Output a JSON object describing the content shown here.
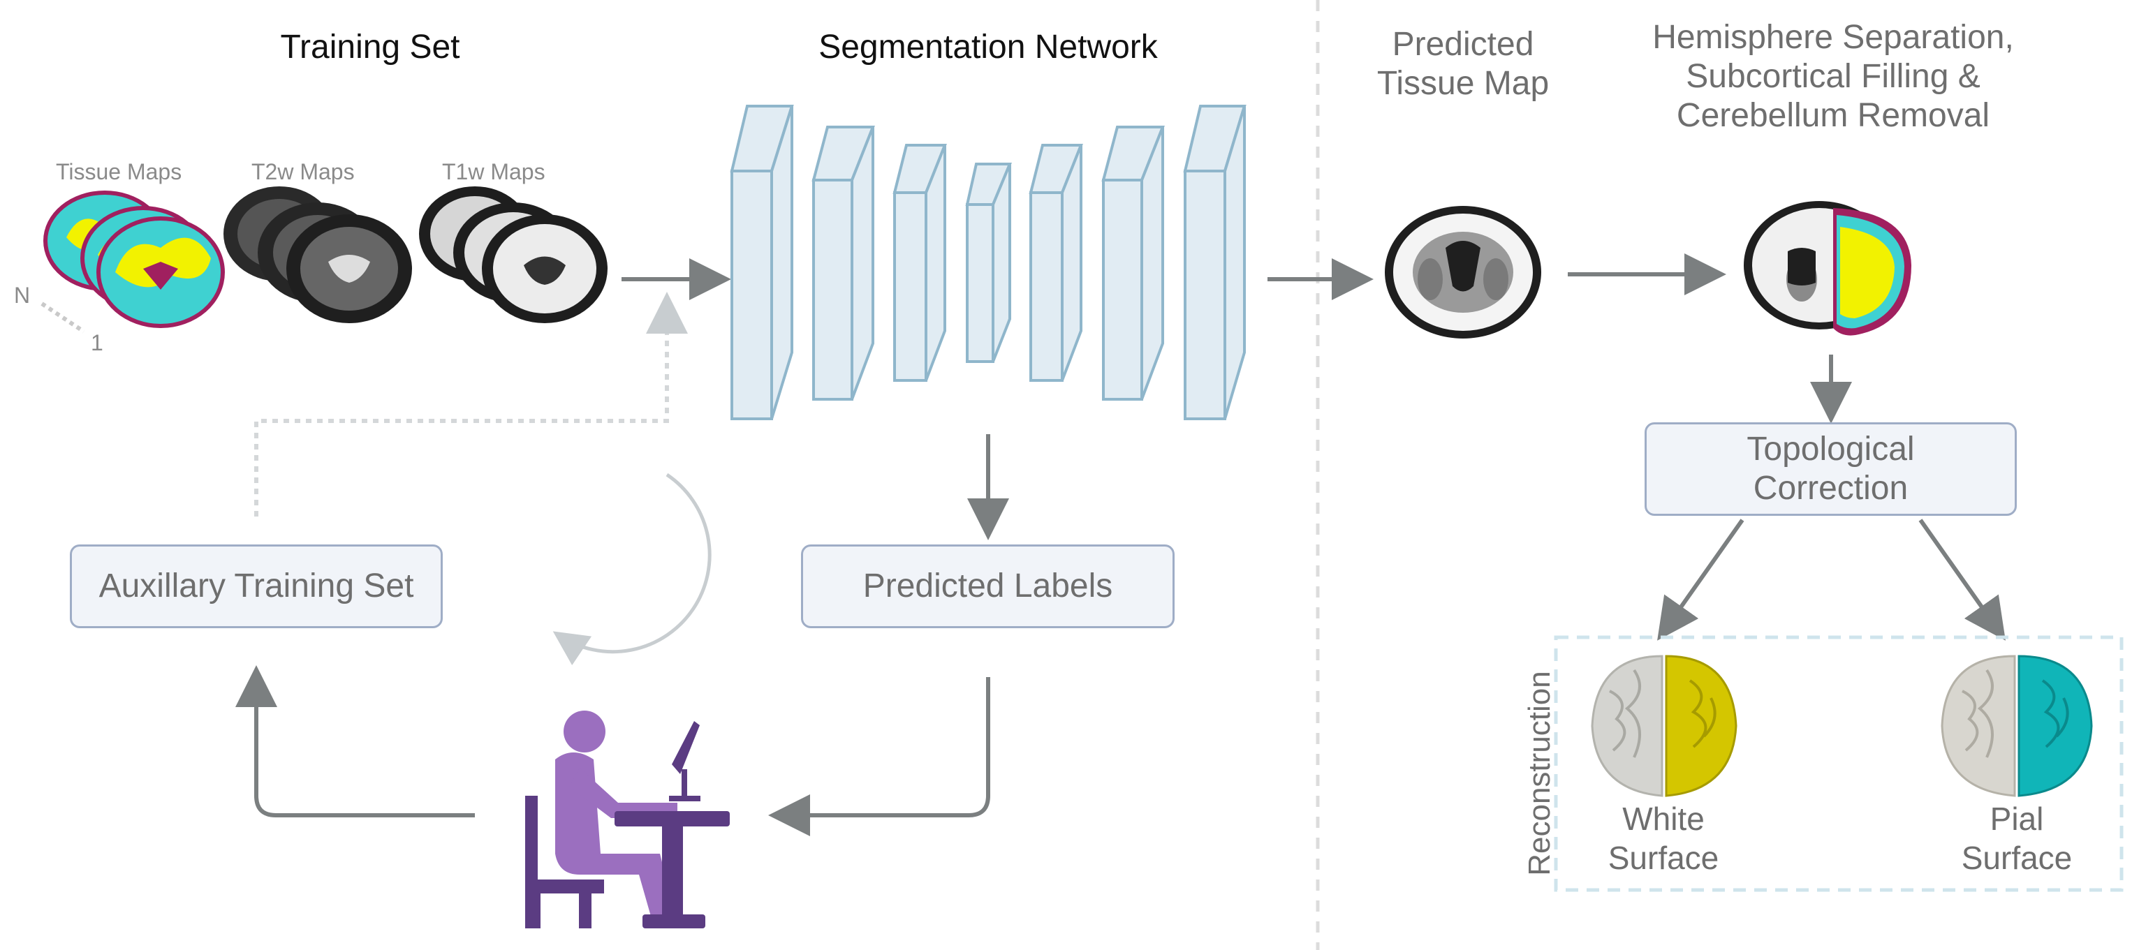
{
  "panels": {
    "training_set": {
      "title": "Training Set",
      "maps": [
        "Tissue Maps",
        "T2w Maps",
        "T1w Maps"
      ],
      "stack_top": "N",
      "stack_bottom": "1"
    },
    "segmentation": {
      "title": "Segmentation Network"
    },
    "predicted_tissue": {
      "title": "Predicted Tissue Map"
    },
    "processing": {
      "title": "Hemisphere Separation, Subcortical Filling & Cerebellum Removal"
    }
  },
  "boxes": {
    "auxiliary": "Auxillary Training Set",
    "predicted_labels": "Predicted Labels",
    "topological": "Topological Correction"
  },
  "reconstruction": {
    "label": "Reconstruction",
    "white": "White Surface",
    "pial": "Pial Surface"
  },
  "colors": {
    "network_fill": "#dce9f1",
    "network_stroke": "#8fb6cb",
    "arrow": "#7b7f80",
    "person": "#9b6fbf",
    "desk": "#5b3c82",
    "white_surface": "#d4c600",
    "pial_surface": "#10b5b8",
    "tissue_yellow": "#f2f200",
    "tissue_cyan": "#3fd1d1",
    "tissue_magenta": "#a0205f"
  }
}
